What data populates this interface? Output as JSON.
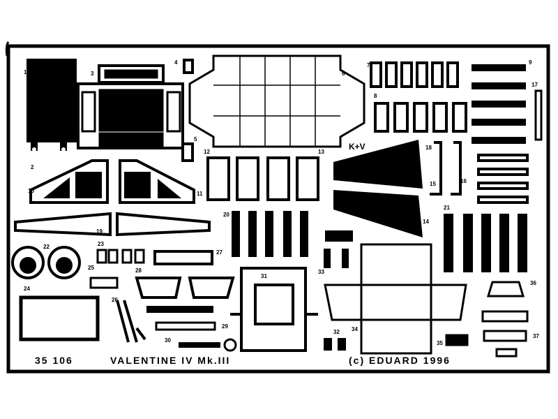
{
  "sheet": {
    "catalog_number": "35 106",
    "title": "VALENTINE IV Mk.III",
    "copyright": "(c)  EDUARD  1996",
    "marking": "K+V",
    "ink_color": "#000000",
    "paper_color": "#ffffff"
  },
  "part_numbers": [
    "1",
    "2",
    "3",
    "4",
    "5",
    "6",
    "7",
    "8",
    "9",
    "10",
    "11",
    "12",
    "13",
    "14",
    "15",
    "16",
    "17",
    "18",
    "19",
    "20",
    "21",
    "22",
    "23",
    "24",
    "25",
    "26",
    "27",
    "28",
    "29",
    "30",
    "31",
    "32",
    "33",
    "34",
    "35",
    "36",
    "37"
  ]
}
